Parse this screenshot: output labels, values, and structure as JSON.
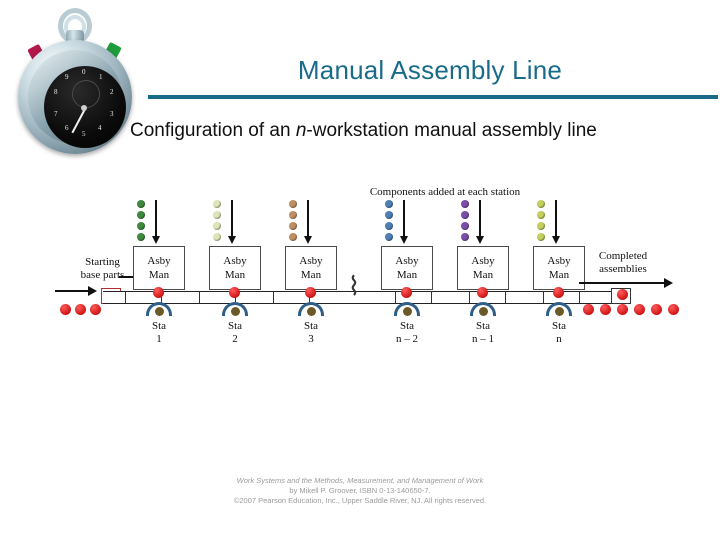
{
  "slide": {
    "title": "Manual Assembly Line",
    "body_text_prefix": "Configuration of an ",
    "body_text_italic": "n",
    "body_text_suffix": "-workstation manual assembly line"
  },
  "figure": {
    "caption": "Components added at each station",
    "left_label_line1": "Starting",
    "left_label_line2": "base parts",
    "right_label_line1": "Completed",
    "right_label_line2": "assemblies",
    "station_box_line1": "Asby",
    "station_box_line2": "Man",
    "break_symbol": "⌇",
    "stations": [
      {
        "sta_label": "Sta",
        "number": "1",
        "dot_color": "#3f8a3f"
      },
      {
        "sta_label": "Sta",
        "number": "2",
        "dot_color": "#dfe4b8"
      },
      {
        "sta_label": "Sta",
        "number": "3",
        "dot_color": "#bf8f63"
      },
      {
        "sta_label": "Sta",
        "number": "n – 2",
        "dot_color": "#4f7fb5"
      },
      {
        "sta_label": "Sta",
        "number": "n – 1",
        "dot_color": "#7a4fa8"
      },
      {
        "sta_label": "Sta",
        "number": "n",
        "dot_color": "#c4cf5e"
      }
    ],
    "components_per_station": 4,
    "entry_parts_count": 3,
    "exit_parts_count": 6
  },
  "footer": {
    "line1_title": "Work Systems and the Methods, Measurement, and Management of Work",
    "line2": "by Mikell P. Groover, ISBN 0-13-140650-7.",
    "line3": "©2007 Pearson Education, Inc., Upper Saddle River, NJ. All rights reserved."
  },
  "colors": {
    "accent": "#1a6b8a",
    "part_red": "#d01515",
    "worker_blue": "#2f5f88"
  }
}
